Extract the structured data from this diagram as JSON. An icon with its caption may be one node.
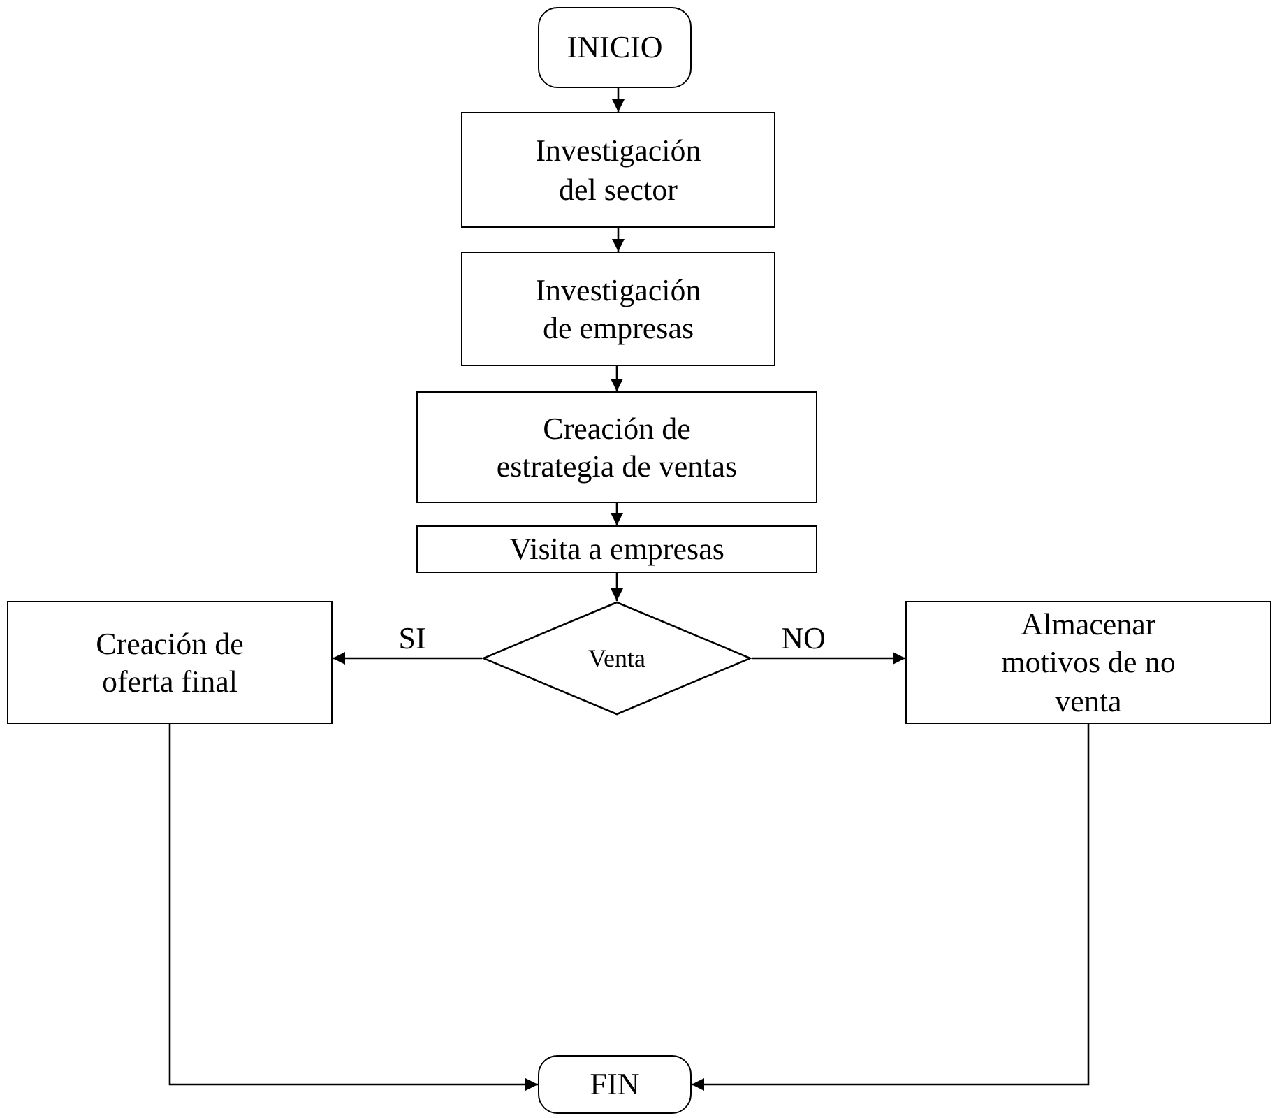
{
  "diagram": {
    "nodes": [
      {
        "text": [
          "INICIO"
        ]
      },
      {
        "text": [
          "Investigación del sector"
        ]
      },
      {
        "text": [
          "Investigación de empresas"
        ]
      },
      {
        "text": [
          "Creación de estrategia de ventas"
        ]
      },
      {
        "text": [
          "Visita a empresas"
        ]
      },
      {
        "text": [
          "Venta"
        ]
      },
      {
        "text": [
          "Creación de oferta final"
        ]
      },
      {
        "text": [
          "Almacenar motivos de no venta"
        ]
      },
      {
        "text": [
          "FIN"
        ]
      }
    ],
    "edges": [
      {
        "from": 0,
        "to": 1,
        "arrow": "to"
      },
      {
        "from": 1,
        "to": 2,
        "arrow": "to"
      },
      {
        "from": 2,
        "to": 3,
        "arrow": "to"
      },
      {
        "from": 3,
        "to": 4,
        "arrow": "to"
      },
      {
        "from": 4,
        "to": 5,
        "arrow": "to"
      },
      {
        "from": 5,
        "to": 6,
        "arrow": "to",
        "label": "SI"
      },
      {
        "from": 5,
        "to": 7,
        "arrow": "to",
        "label": "NO"
      },
      {
        "from": 6,
        "to": 8,
        "arrow": "to"
      },
      {
        "from": 7,
        "to": 8,
        "arrow": "to"
      }
    ]
  }
}
